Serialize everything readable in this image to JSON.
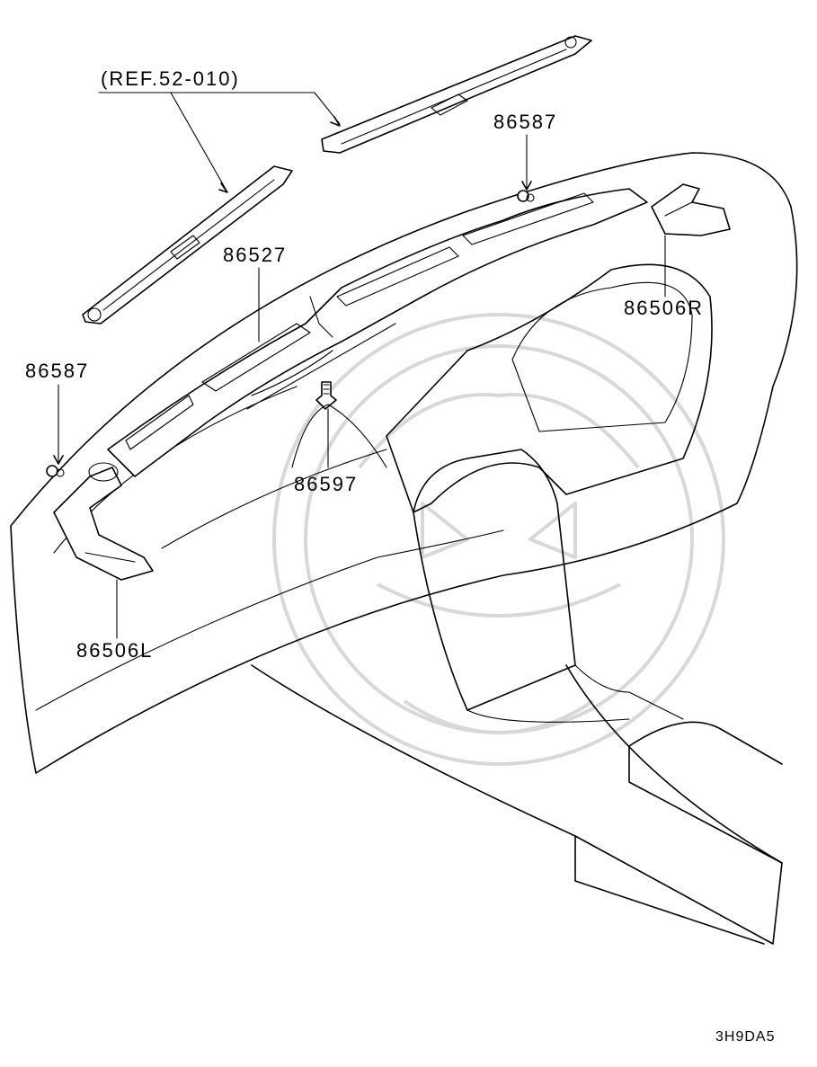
{
  "labels": {
    "ref": "(REF.52-010)",
    "clip_right": "86587",
    "center_duct": "86527",
    "right_duct": "86506R",
    "clip_left": "86587",
    "screw": "86597",
    "left_duct": "86506L"
  },
  "diagram_code": "3H9DA5"
}
